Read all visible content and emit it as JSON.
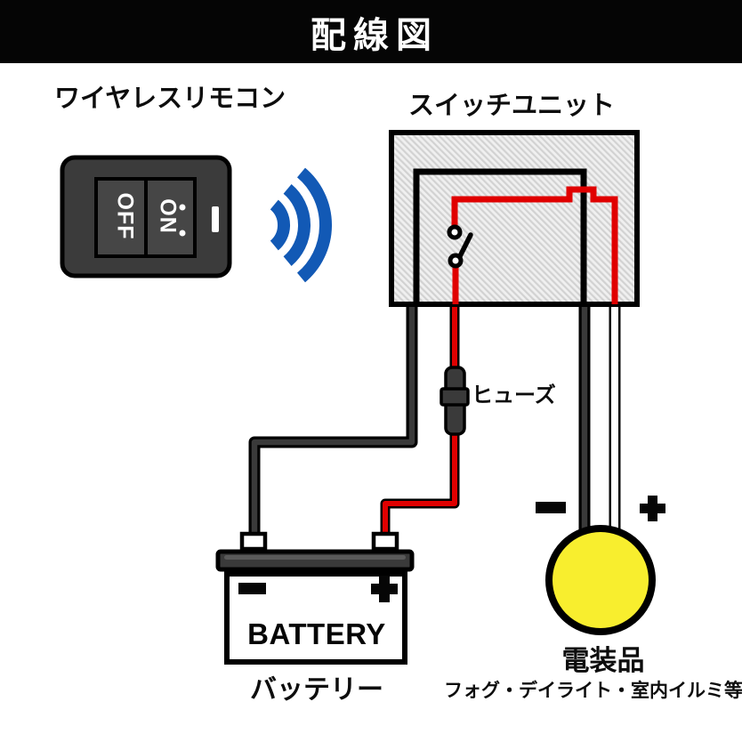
{
  "banner": {
    "title": "配線図"
  },
  "colors": {
    "red": "#e00000",
    "blue": "#1259b5",
    "yellow": "#f8ee2e",
    "dark": "#3a3a3a"
  },
  "remote": {
    "label": "ワイヤレスリモコン",
    "off_button": "OFF",
    "on_button": "ON"
  },
  "switch_unit": {
    "label": "スイッチユニット"
  },
  "fuse": {
    "label": "ヒューズ"
  },
  "battery": {
    "name": "BATTERY",
    "label": "バッテリー",
    "negative_symbol": "−",
    "positive_symbol": "+"
  },
  "accessory": {
    "label": "電装品",
    "sublabel": "フォグ・デイライト・室内イルミ等",
    "negative_symbol": "−",
    "positive_symbol": "+"
  }
}
